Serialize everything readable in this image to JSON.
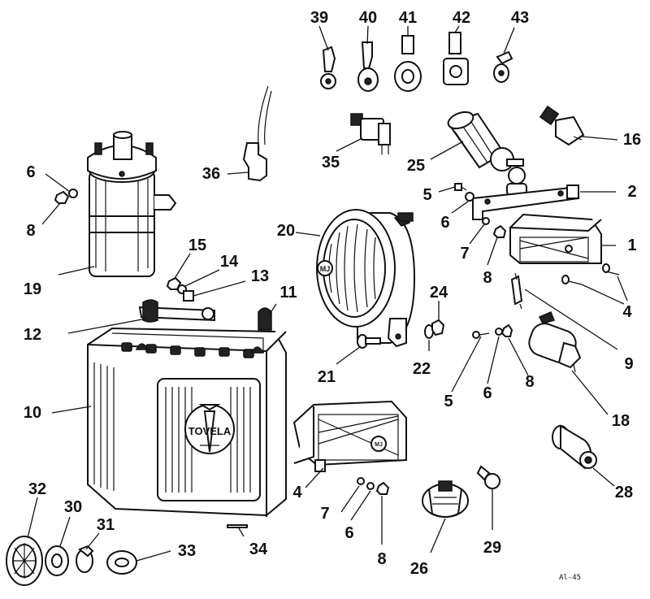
{
  "diagram": {
    "battery_brand": "TOVELA",
    "horn_badge": "MJ",
    "reference_code": "Al-45",
    "labels": [
      {
        "id": "39",
        "text": "39"
      },
      {
        "id": "40",
        "text": "40"
      },
      {
        "id": "41",
        "text": "41"
      },
      {
        "id": "42",
        "text": "42"
      },
      {
        "id": "43",
        "text": "43"
      },
      {
        "id": "35",
        "text": "35"
      },
      {
        "id": "25",
        "text": "25"
      },
      {
        "id": "16",
        "text": "16"
      },
      {
        "id": "36",
        "text": "36"
      },
      {
        "id": "6a",
        "text": "6"
      },
      {
        "id": "8a",
        "text": "8"
      },
      {
        "id": "19",
        "text": "19"
      },
      {
        "id": "15",
        "text": "15"
      },
      {
        "id": "14",
        "text": "14"
      },
      {
        "id": "13",
        "text": "13"
      },
      {
        "id": "12",
        "text": "12"
      },
      {
        "id": "11",
        "text": "11"
      },
      {
        "id": "20",
        "text": "20"
      },
      {
        "id": "5a",
        "text": "5"
      },
      {
        "id": "6b",
        "text": "6"
      },
      {
        "id": "2",
        "text": "2"
      },
      {
        "id": "7a",
        "text": "7"
      },
      {
        "id": "8b",
        "text": "8"
      },
      {
        "id": "1",
        "text": "1"
      },
      {
        "id": "4a",
        "text": "4"
      },
      {
        "id": "9",
        "text": "9"
      },
      {
        "id": "24",
        "text": "24"
      },
      {
        "id": "21",
        "text": "21"
      },
      {
        "id": "22",
        "text": "22"
      },
      {
        "id": "5b",
        "text": "5"
      },
      {
        "id": "6c",
        "text": "6"
      },
      {
        "id": "8c",
        "text": "8"
      },
      {
        "id": "18",
        "text": "18"
      },
      {
        "id": "10",
        "text": "10"
      },
      {
        "id": "4b",
        "text": "4"
      },
      {
        "id": "7b",
        "text": "7"
      },
      {
        "id": "6d",
        "text": "6"
      },
      {
        "id": "8d",
        "text": "8"
      },
      {
        "id": "28",
        "text": "28"
      },
      {
        "id": "32",
        "text": "32"
      },
      {
        "id": "30",
        "text": "30"
      },
      {
        "id": "31",
        "text": "31"
      },
      {
        "id": "33",
        "text": "33"
      },
      {
        "id": "34",
        "text": "34"
      },
      {
        "id": "26",
        "text": "26"
      },
      {
        "id": "29",
        "text": "29"
      }
    ]
  }
}
